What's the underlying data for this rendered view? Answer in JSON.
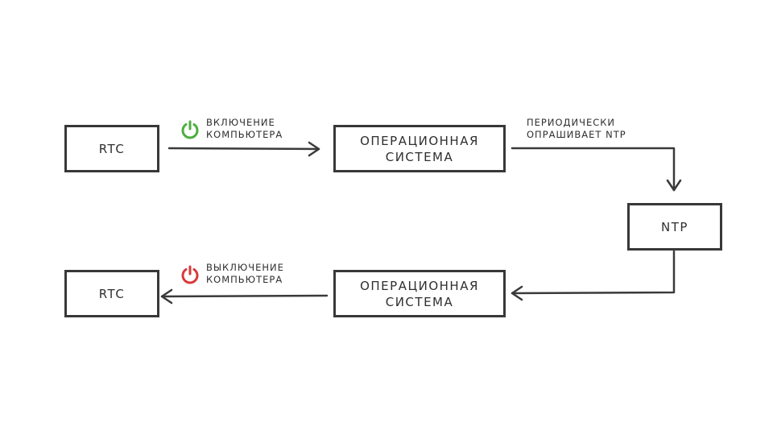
{
  "nodes": {
    "rtc_top": {
      "label": "RTC"
    },
    "os_top": {
      "label_line1": "ОПЕРАЦИОННАЯ",
      "label_line2": "СИСТЕМА"
    },
    "ntp": {
      "label": "NTP"
    },
    "os_bottom": {
      "label_line1": "ОПЕРАЦИОННАЯ",
      "label_line2": "СИСТЕМА"
    },
    "rtc_bottom": {
      "label": "RTC"
    }
  },
  "edges": {
    "power_on": {
      "line1": "ВКЛЮЧЕНИЕ",
      "line2": "КОМПЬЮТЕРА"
    },
    "poll_ntp": {
      "line1": "ПЕРИОДИЧЕСКИ",
      "line2": "ОПРАШИВАЕТ NTP"
    },
    "power_off": {
      "line1": "ВЫКЛЮЧЕНИЕ",
      "line2": "КОМПЬЮТЕРА"
    }
  },
  "icons": {
    "power_on": {
      "name": "power-icon",
      "color": "#4cae3f"
    },
    "power_off": {
      "name": "power-icon",
      "color": "#d93a3a"
    }
  },
  "colors": {
    "stroke": "#383838",
    "text": "#2f2f2f"
  }
}
